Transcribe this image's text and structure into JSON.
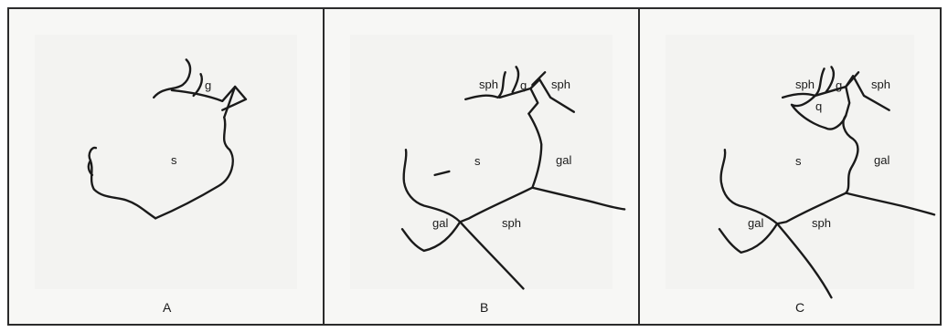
{
  "panels": [
    {
      "caption": "A",
      "labels": {
        "g": "g",
        "s": "s"
      }
    },
    {
      "caption": "B",
      "labels": {
        "sph_left": "sph",
        "g": "g",
        "sph_right": "sph",
        "s": "s",
        "gal_right": "gal",
        "gal_left": "gal",
        "sph_center": "sph"
      }
    },
    {
      "caption": "C",
      "labels": {
        "sph_left": "sph",
        "g": "g",
        "sph_right": "sph",
        "q": "q",
        "s": "s",
        "gal_right": "gal",
        "gal_left": "gal",
        "sph_center": "sph"
      }
    }
  ]
}
